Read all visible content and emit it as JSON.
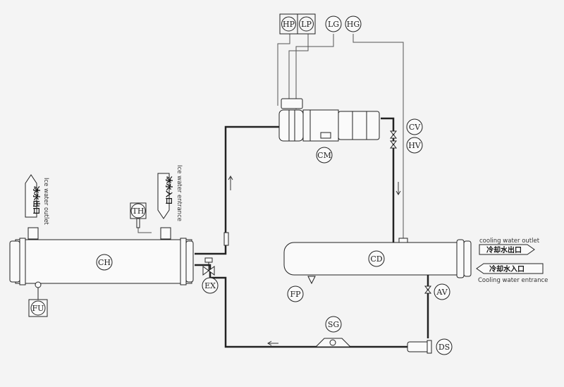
{
  "components": {
    "hp": "HP",
    "lp": "LP",
    "lg": "LG",
    "hg": "HG",
    "cm": "CM",
    "cv": "CV",
    "hv": "HV",
    "th": "TH",
    "ch": "CH",
    "fu": "FU",
    "ex": "EX",
    "cd": "CD",
    "fp": "FP",
    "av": "AV",
    "sg": "SG",
    "ds": "DS"
  },
  "labels": {
    "ice_water_outlet_cn": "冰水出口",
    "ice_water_outlet_en": "Ice water outlet",
    "ice_water_entrance_cn": "冰水入口",
    "ice_water_entrance_en": "Ice water entrance",
    "cooling_water_outlet_en": "cooling water outlet",
    "cooling_water_outlet_cn": "冷却水出口",
    "cooling_water_entrance_cn": "冷却水入口",
    "cooling_water_entrance_en": "Cooling water entrance"
  },
  "colors": {
    "line": "#222222",
    "thin_line": "#555555",
    "background": "#f4f4f4"
  }
}
